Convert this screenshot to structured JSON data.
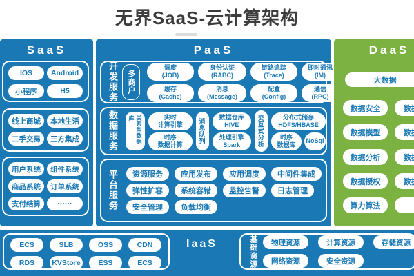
{
  "title": "无界SaaS-云计算架构",
  "colors": {
    "column_blue": "#1a79b4",
    "daas_green": "#7cb242",
    "pill_text_blue": "#1a79b4",
    "title_gray": "#3d3d3d"
  },
  "saas": {
    "header": "SaaS",
    "group1": [
      "IOS",
      "Android",
      "小程序",
      "H5"
    ],
    "group2": [
      "线上商城",
      "本地生活",
      "二手交易",
      "三方集成"
    ],
    "group3": [
      "用户系统",
      "组件系统",
      "商品系统",
      "订单系统",
      "支付结算",
      "······"
    ]
  },
  "paas": {
    "header": "PaaS",
    "dev": {
      "label": "开发服务",
      "tenant": "多商户",
      "pills": [
        {
          "l1": "调度",
          "l2": "(JOB)"
        },
        {
          "l1": "身份认证",
          "l2": "(RABC)"
        },
        {
          "l1": "链路追踪",
          "l2": "(Trace)"
        },
        {
          "l1": "即时通讯",
          "l2": "(IM)"
        },
        {
          "l1": "缓存",
          "l2": "(Cache)"
        },
        {
          "l1": "消息",
          "l2": "(Message)"
        },
        {
          "l1": "配置",
          "l2": "(Config)"
        },
        {
          "l1": "通信",
          "l2": "(RPC)"
        }
      ]
    },
    "data": {
      "label": "数据服务",
      "v1": "关系型数据库",
      "s1": {
        "l1": "实时",
        "l2": "计算引擎"
      },
      "s2": {
        "l1": "时序",
        "l2": "数据计算"
      },
      "v2": "消息队列",
      "s3": {
        "l1": "数据仓库",
        "l2": "HIVE"
      },
      "s4": {
        "l1": "处理引擎",
        "l2": "Spark"
      },
      "v3": "交互式分析",
      "wide": {
        "l1": "分布式储存",
        "l2": "HDFS/HBASE"
      },
      "s5": {
        "l1": "时序",
        "l2": "数据库"
      },
      "s6": "NoSql"
    },
    "platform": {
      "label": "平台服务",
      "pills": [
        "资源服务",
        "应用发布",
        "应用调度",
        "中间件集成",
        "弹性扩容",
        "系统容错",
        "监控告警",
        "日志管理",
        "安全管理",
        "负载均衡"
      ]
    }
  },
  "daas": {
    "header": "DaaS",
    "wide_pill": "大数据",
    "rows": [
      {
        "left": "数据安全",
        "right": "数据"
      },
      {
        "left": "数据模型",
        "right": "数据"
      },
      {
        "left": "数据分析",
        "right": "数据"
      },
      {
        "left": "数据授权",
        "right": "数据"
      },
      {
        "left": "算力算法",
        "right": ""
      }
    ]
  },
  "iaas": {
    "header": "IaaS",
    "cloud_pills": [
      "ECS",
      "SLB",
      "OSS",
      "CDN",
      "RDS",
      "KVStore",
      "ESS",
      "ECS"
    ],
    "base": {
      "label": "基础资源",
      "pills": [
        "物理资源",
        "计算资源",
        "存储资源",
        "网络资源",
        "安全资源"
      ]
    }
  }
}
